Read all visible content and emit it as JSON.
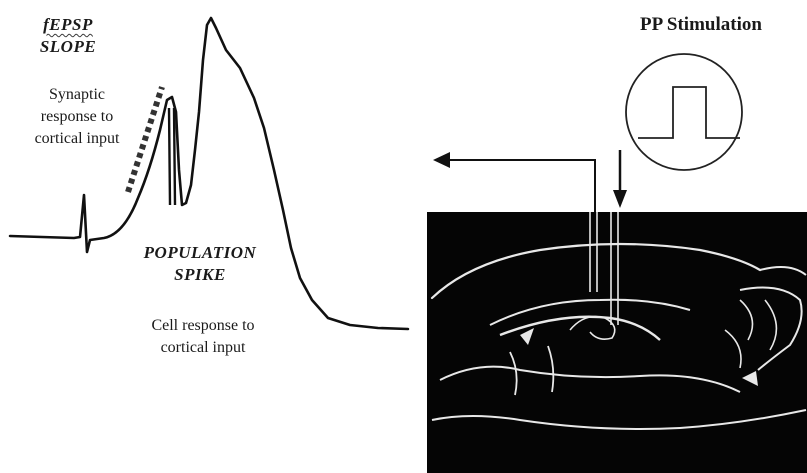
{
  "labels": {
    "fepsp_line1": "fEPSP",
    "fepsp_line2": "SLOPE",
    "synaptic_line1": "Synaptic",
    "synaptic_line2": "response to",
    "synaptic_line3": "cortical input",
    "popspike_line1": "POPULATION",
    "popspike_line2": "SPIKE",
    "cell_line1": "Cell response to",
    "cell_line2": "cortical input",
    "stimulation_title": "PP Stimulation"
  },
  "colors": {
    "trace": "#111111",
    "brain_panel_bg": "#050505",
    "brain_outline": "#e8e8e8",
    "text": "#1a1a1a"
  },
  "icons": {
    "stimulus_pulse": "square-pulse-in-circle-icon",
    "recording_arrow": "left-arrow-icon",
    "stimulation_arrow": "down-arrow-icon"
  }
}
